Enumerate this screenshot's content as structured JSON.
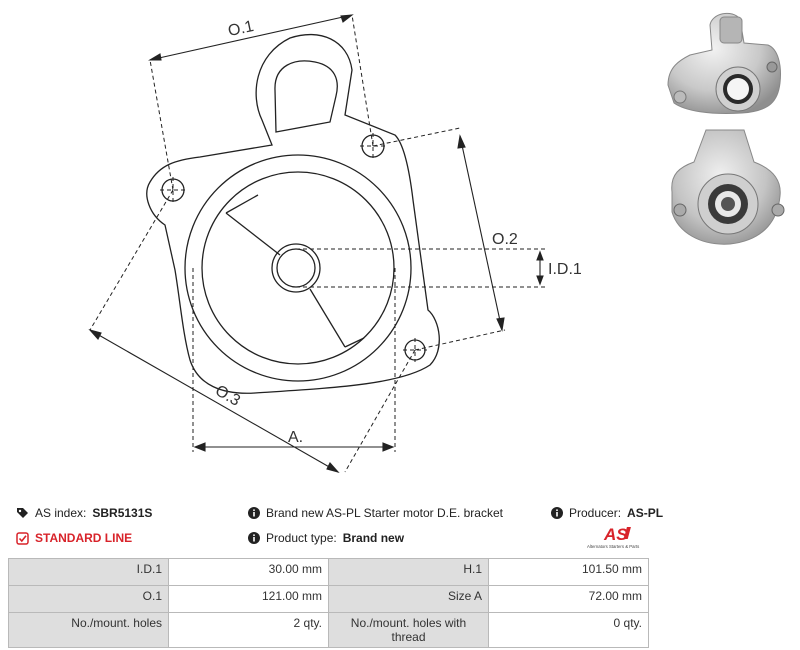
{
  "drawing": {
    "labels": {
      "o1": "O.1",
      "o2": "O.2",
      "o3": "O.3",
      "id1": "I.D.1",
      "a": "A."
    }
  },
  "info": {
    "as_index_label": "AS index:",
    "as_index_value": "SBR5131S",
    "standard_line": "STANDARD LINE",
    "description": "Brand new AS-PL Starter motor D.E. bracket",
    "product_type_label": "Product type:",
    "product_type_value": "Brand new",
    "producer_label": "Producer:",
    "producer_value": "AS-PL"
  },
  "logo": {
    "text": "AS",
    "tagline": "Alternators Starters & Parts",
    "color": "#d8232a"
  },
  "specs": [
    {
      "k1": "I.D.1",
      "v1": "30.00 mm",
      "k2": "H.1",
      "v2": "101.50 mm"
    },
    {
      "k1": "O.1",
      "v1": "121.00 mm",
      "k2": "Size A",
      "v2": "72.00 mm"
    },
    {
      "k1": "No./mount. holes",
      "v1": "2 qty.",
      "k2": "No./mount. holes with thread",
      "v2": "0 qty."
    }
  ],
  "icons": {
    "tag": "tag-icon",
    "check": "check-square-icon",
    "info": "info-circle-icon"
  }
}
